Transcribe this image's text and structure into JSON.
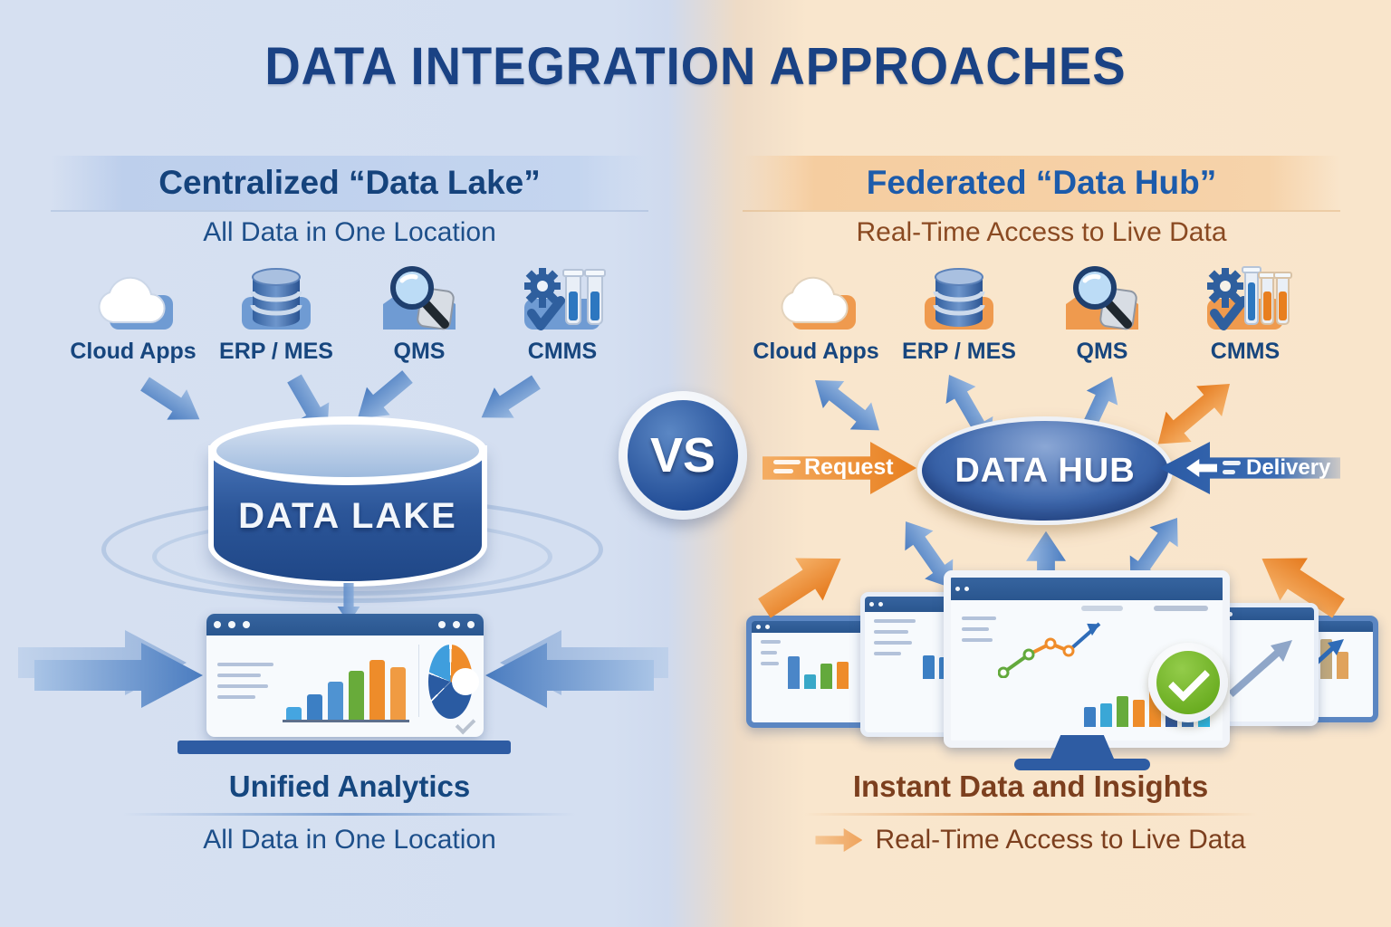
{
  "title": "DATA INTEGRATION APPROACHES",
  "vs_badge": "VS",
  "left_panel": {
    "heading": "Centralized “Data Lake”",
    "subtitle": "All Data in One Location",
    "sources": [
      {
        "label": "Cloud Apps",
        "icon": "cloud-icon"
      },
      {
        "label": "ERP / MES",
        "icon": "database-icon"
      },
      {
        "label": "QMS",
        "icon": "magnifier-icon"
      },
      {
        "label": "CMMS",
        "icon": "gear-testtubes-icon"
      }
    ],
    "store_label": "DATA LAKE",
    "footer_title": "Unified Analytics",
    "footer_subtitle": "All Data in One Location"
  },
  "right_panel": {
    "heading": "Federated “Data Hub”",
    "subtitle": "Real-Time Access to Live Data",
    "sources": [
      {
        "label": "Cloud Apps",
        "icon": "cloud-icon"
      },
      {
        "label": "ERP / MES",
        "icon": "database-icon"
      },
      {
        "label": "QMS",
        "icon": "magnifier-icon"
      },
      {
        "label": "CMMS",
        "icon": "gear-testtubes-icon"
      }
    ],
    "hub_label": "DATA HUB",
    "flow_labels": {
      "request": "Request",
      "delivery": "Delivery"
    },
    "footer_title": "Instant Data and Insights",
    "footer_subtitle": "Real-Time Access to Live Data"
  },
  "colors": {
    "title_text": "#1a4284",
    "left_bg": "#d6e0f1",
    "right_bg": "#f9e5cb",
    "left_band": "#c2d3ec",
    "right_band": "#f5cda0",
    "blue_accent": "#4a7cc0",
    "orange_accent": "#e87f1f",
    "brown_text": "#7c3f1e",
    "hub_blue": "#2b559f",
    "check_green": "#6aad21"
  }
}
